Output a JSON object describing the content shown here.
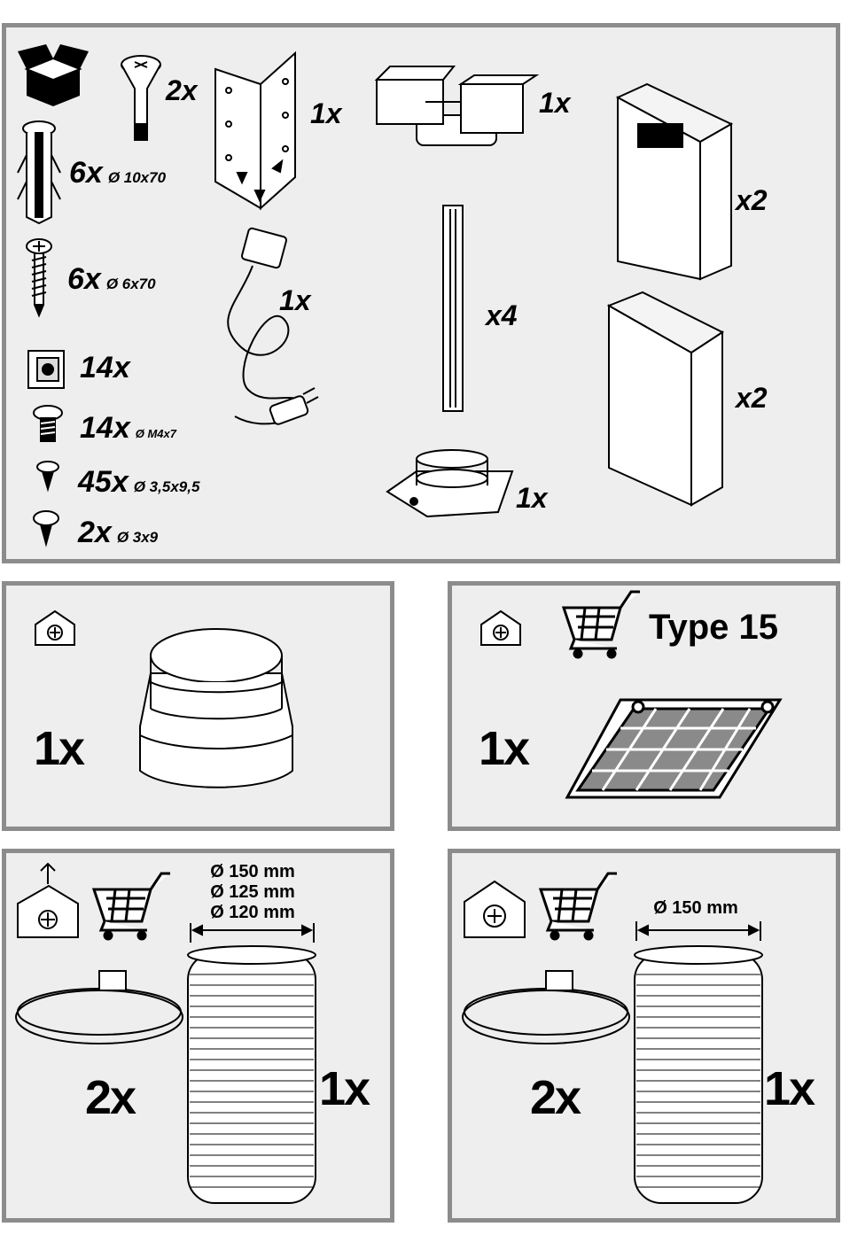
{
  "top_panel": {
    "items": [
      {
        "name": "box",
        "qty": "",
        "dim": ""
      },
      {
        "name": "countersunk-screw",
        "qty": "2x",
        "dim": ""
      },
      {
        "name": "wall-plug",
        "qty": "6x",
        "dim": "Ø 10x70"
      },
      {
        "name": "wood-screw",
        "qty": "6x",
        "dim": "Ø 6x70"
      },
      {
        "name": "cage-nut",
        "qty": "14x",
        "dim": ""
      },
      {
        "name": "machine-screw",
        "qty": "14x",
        "dim": "Ø M4x7"
      },
      {
        "name": "small-screw",
        "qty": "45x",
        "dim": "Ø 3,5x9,5"
      },
      {
        "name": "flange-screw",
        "qty": "2x",
        "dim": "Ø 3x9"
      },
      {
        "name": "angle-bracket",
        "qty": "1x",
        "dim": ""
      },
      {
        "name": "power-cord",
        "qty": "1x",
        "dim": ""
      },
      {
        "name": "air-deflector",
        "qty": "1x",
        "dim": ""
      },
      {
        "name": "rail",
        "qty": "x4",
        "dim": ""
      },
      {
        "name": "duct-adapter",
        "qty": "1x",
        "dim": ""
      },
      {
        "name": "upper-chimney",
        "qty": "x2",
        "dim": ""
      },
      {
        "name": "lower-chimney",
        "qty": "x2",
        "dim": ""
      }
    ]
  },
  "panel_reducer": {
    "qty": "1x"
  },
  "panel_filter": {
    "qty": "1x",
    "type_label": "Type 15"
  },
  "panel_hose_exhaust": {
    "clamp_qty": "2x",
    "hose_qty": "1x",
    "diameters": [
      "Ø 150 mm",
      "Ø 125 mm",
      "Ø 120 mm"
    ]
  },
  "panel_hose_recirc": {
    "clamp_qty": "2x",
    "hose_qty": "1x",
    "diameters": [
      "Ø 150 mm"
    ]
  },
  "colors": {
    "panel_bg": "#eeeeee",
    "panel_border": "#8c8c8c",
    "ink": "#000000"
  }
}
